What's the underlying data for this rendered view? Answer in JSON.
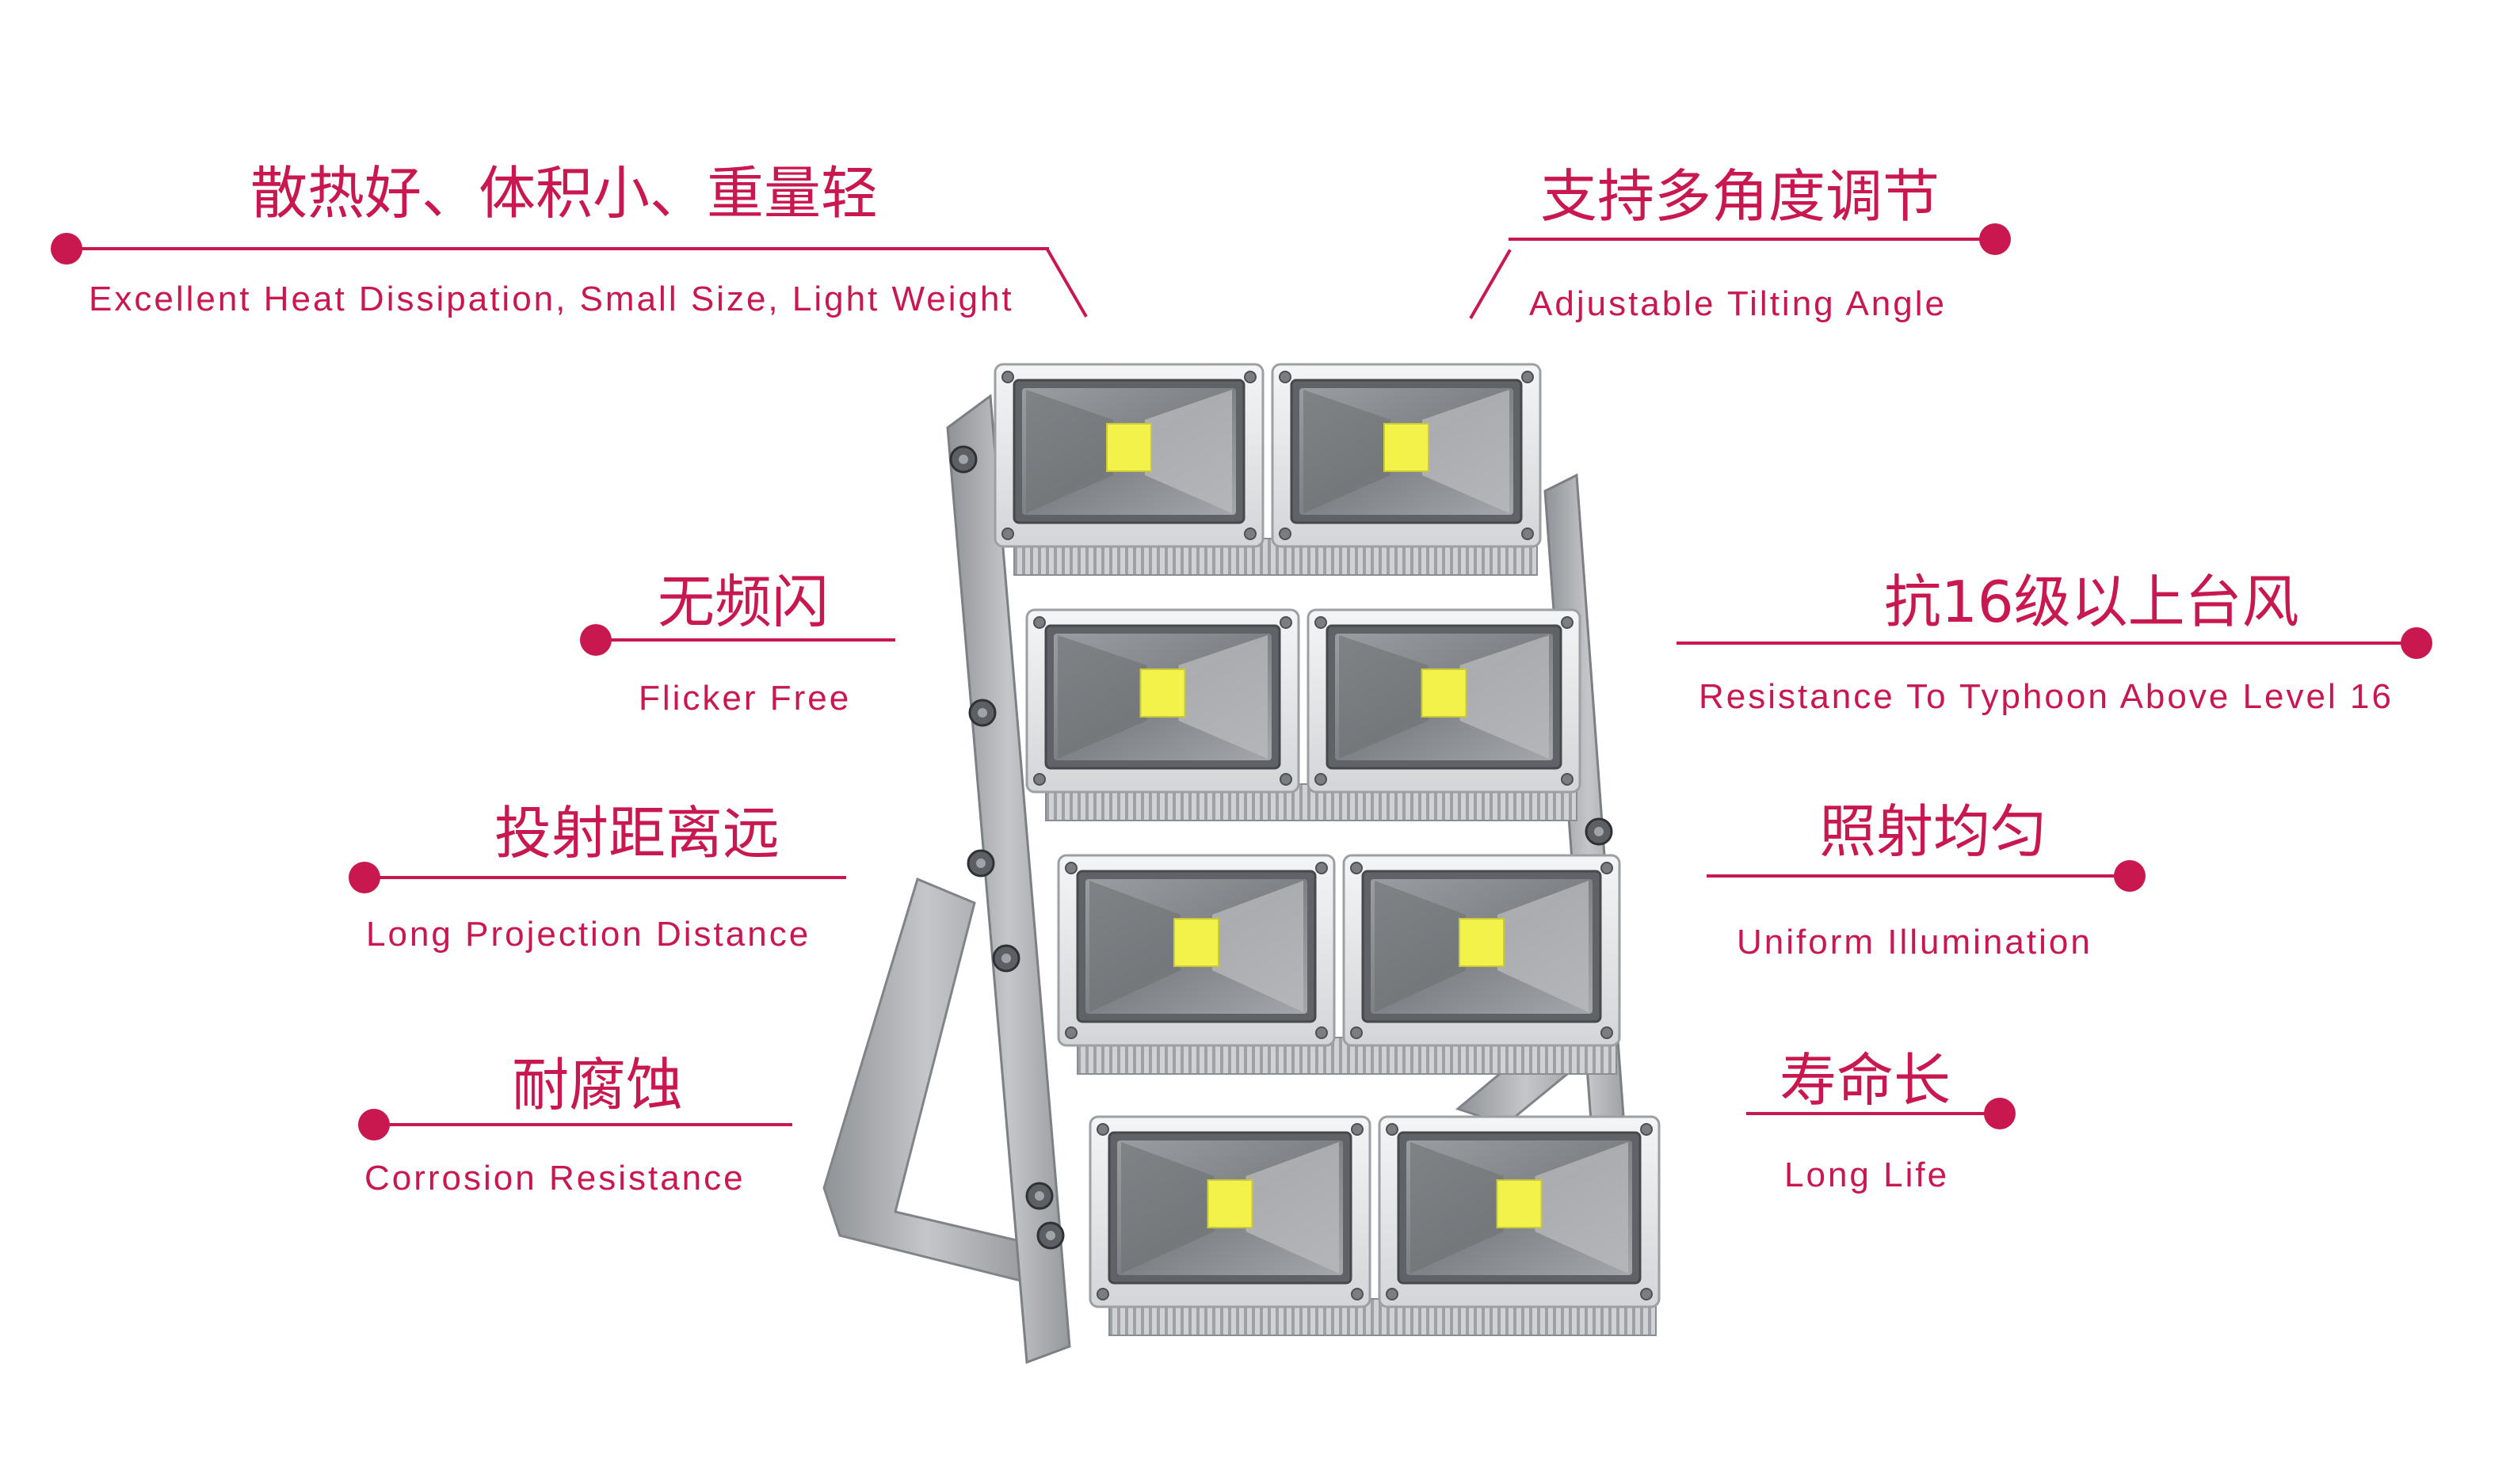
{
  "theme": {
    "accent": "#c8184f",
    "housing": "#e8e9ea",
    "frame": "#a9acb0",
    "lens": "#8c8f93",
    "led": "#f2f24a"
  },
  "features": {
    "heat": {
      "cn": "散热好、体积小、重量轻",
      "en": "Excellent Heat Dissipation, Small Size, Light Weight"
    },
    "tilt": {
      "cn": "支持多角度调节",
      "en": "Adjustable Tilting Angle"
    },
    "flicker": {
      "cn": "无频闪",
      "en": "Flicker Free"
    },
    "typhoon": {
      "cn": "抗16级以上台风",
      "en": "Resistance To Typhoon Above Level 16"
    },
    "projection": {
      "cn": "投射距离远",
      "en": "Long Projection Distance"
    },
    "uniform": {
      "cn": "照射均匀",
      "en": "Uniform Illumination"
    },
    "corrosion": {
      "cn": "耐腐蚀",
      "en": "Corrosion Resistance"
    },
    "life": {
      "cn": "寿命长",
      "en": "Long Life"
    }
  },
  "product": {
    "module_rows": 4,
    "modules_per_row": 2
  }
}
